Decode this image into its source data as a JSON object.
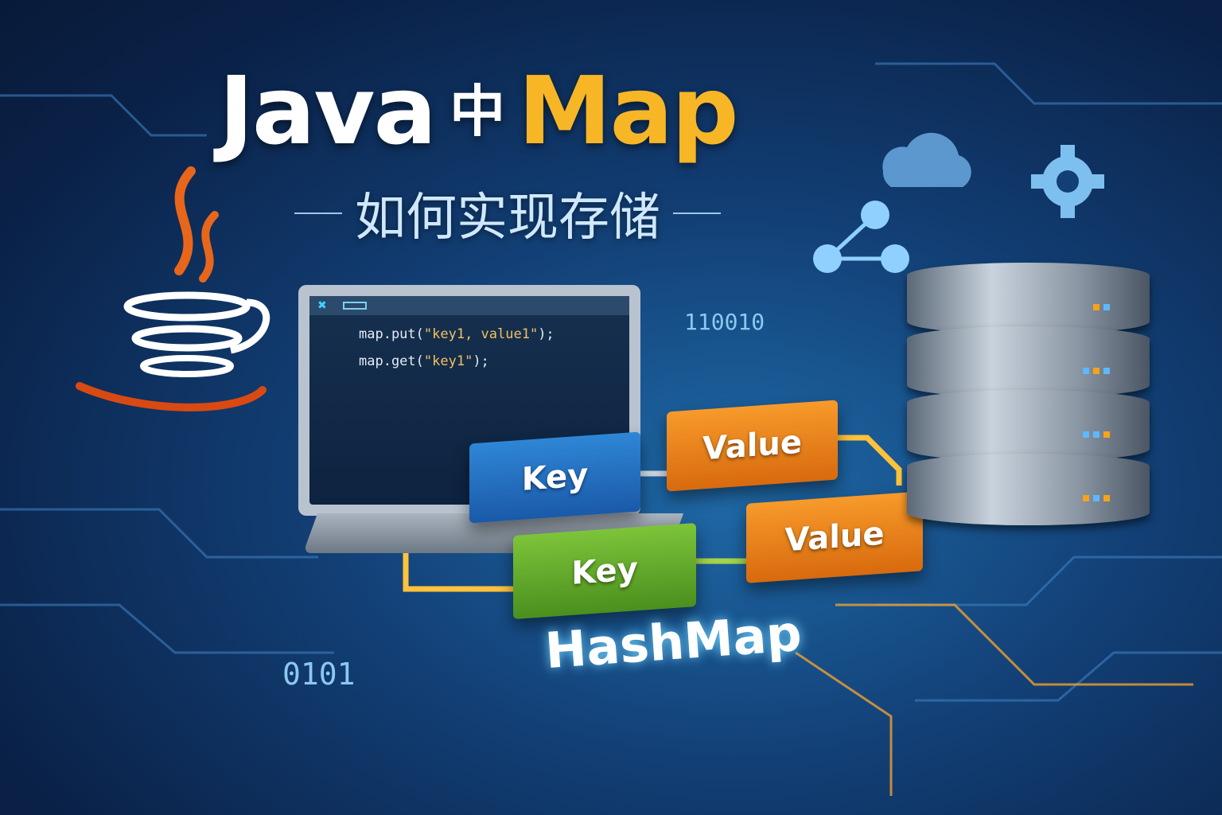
{
  "title": {
    "part1": "Java",
    "part2": "中",
    "part3": "Map"
  },
  "subtitle": "如何实现存储",
  "code": {
    "line1_a": "map.put(",
    "line1_s": "\"key1, value1\"",
    "line1_b": ");",
    "line2_a": "map.get(",
    "line2_s": "\"key1\"",
    "line2_b": ");"
  },
  "boxes": {
    "key_blue": "Key",
    "key_green": "Key",
    "value_top": "Value",
    "value_bottom": "Value"
  },
  "label": "HashMap",
  "binary": {
    "left": "0101",
    "top": "110010"
  },
  "colors": {
    "accent": "#f7b626",
    "orange": "#f08a1f",
    "blue": "#2f86d6",
    "green": "#6fb630"
  }
}
